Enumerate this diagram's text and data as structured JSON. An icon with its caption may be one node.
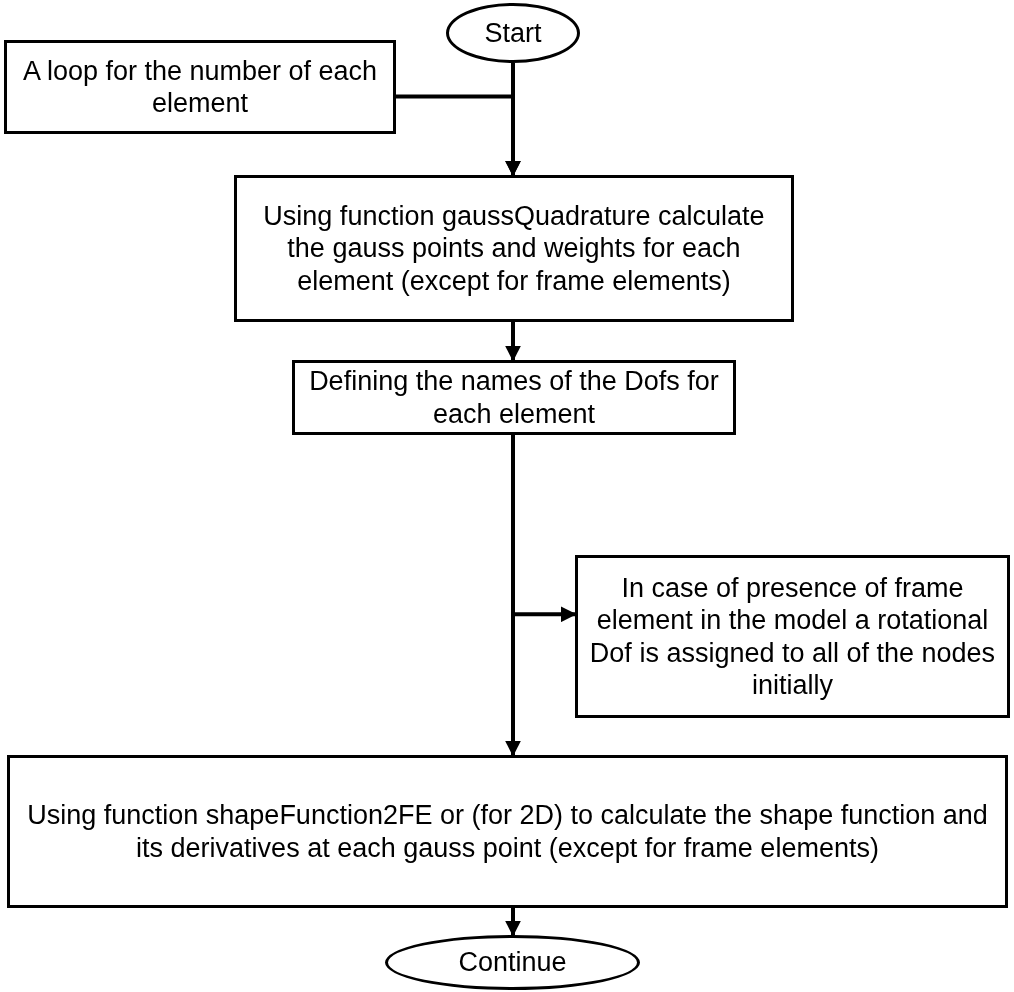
{
  "diagram": {
    "nodes": [
      {
        "text": [
          "Start"
        ]
      },
      {
        "text": [
          "A loop for the number of each element"
        ]
      },
      {
        "text": [
          "Using function gaussQuadrature calculate the gauss points and weights for each element (except for frame elements)"
        ]
      },
      {
        "text": [
          "Defining the names of the Dofs for each element"
        ]
      },
      {
        "text": [
          "In case of presence of frame element in the model a rotational Dof is assigned to all of the nodes initially"
        ]
      },
      {
        "text": [
          "Using function shapeFunction2FE or (for 2D) to calculate the shape function and its derivatives at each gauss point  (except for frame elements)"
        ]
      },
      {
        "text": [
          "Continue"
        ]
      }
    ],
    "edges": [
      {
        "from": 0,
        "to": 2,
        "arrow": "to"
      },
      {
        "from": 1,
        "to": 2,
        "arrow": "to"
      },
      {
        "from": 2,
        "to": 3,
        "arrow": "to"
      },
      {
        "from": 3,
        "to": 5,
        "arrow": "to"
      },
      {
        "from": 3,
        "to": 4,
        "arrow": "to"
      },
      {
        "from": 5,
        "to": 6,
        "arrow": "to"
      }
    ]
  }
}
